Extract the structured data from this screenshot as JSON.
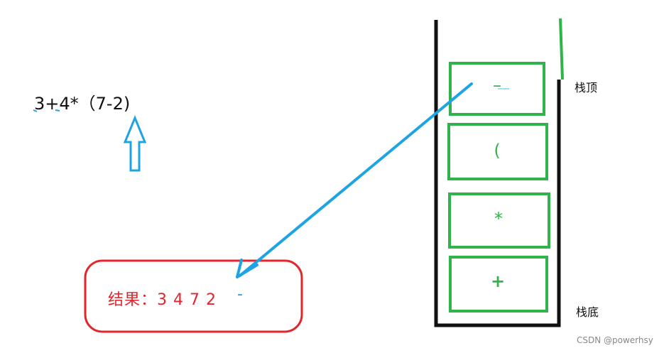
{
  "expression": "3+4*（7-2)",
  "stack": {
    "top_label": "栈顶",
    "bottom_label": "栈底",
    "items": [
      "–",
      "(",
      "*",
      "+"
    ]
  },
  "result": {
    "text": "结果：3 4 7 2",
    "extra": "-"
  },
  "watermark": "CSDN @powerhsy",
  "colors": {
    "stack_border": "#111111",
    "stack_item_border": "#30b34a",
    "result_border": "#e4262c",
    "arrow": "#1fa4e3"
  }
}
